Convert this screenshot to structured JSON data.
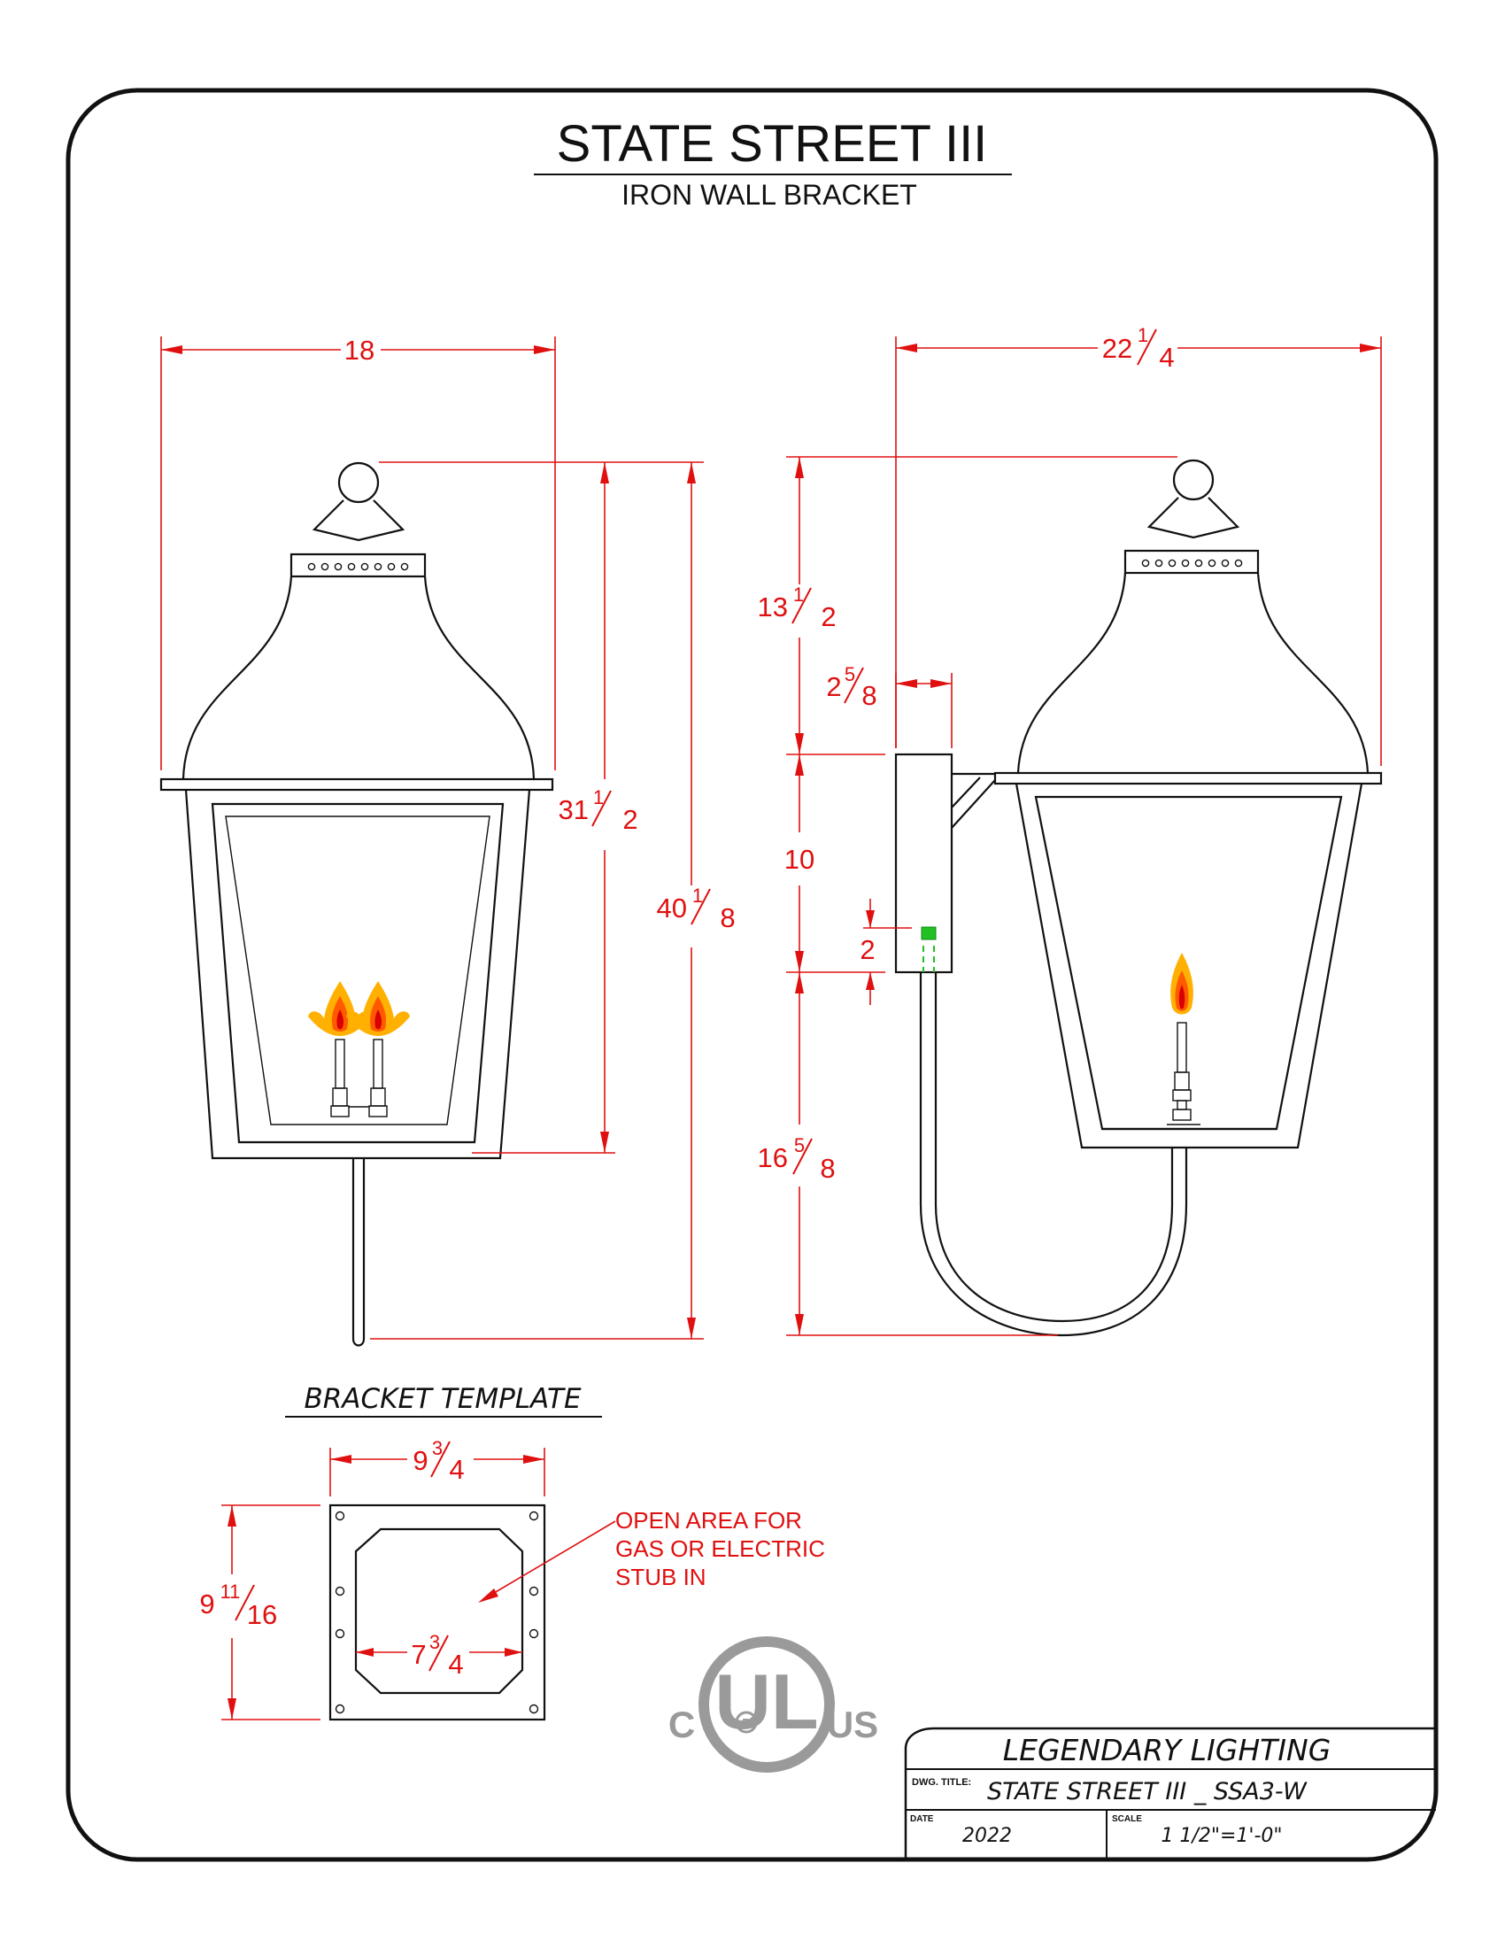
{
  "title": "STATE STREET  III",
  "subtitle": "IRON  WALL BRACKET",
  "front_view": {
    "width_dim": {
      "whole": "18"
    },
    "body_height_dim": {
      "whole": "31",
      "num": "1",
      "den": "2"
    },
    "total_height_dim": {
      "whole": "40",
      "num": "1",
      "den": "8"
    }
  },
  "side_view": {
    "width_dim": {
      "whole": "22",
      "num": "1",
      "den": "4"
    },
    "top_dim": {
      "whole": "13",
      "num": "1",
      "den": "2"
    },
    "bracket_depth_dim": {
      "whole": "2",
      "num": "5",
      "den": "8"
    },
    "plate_height_dim": {
      "whole": "10"
    },
    "stub_dim": {
      "whole": "2"
    },
    "bottom_dim": {
      "whole": "16",
      "num": "5",
      "den": "8"
    }
  },
  "bracket_template": {
    "label": "BRACKET  TEMPLATE",
    "width_dim": {
      "whole": "9",
      "num": "3",
      "den": "4"
    },
    "height_dim": {
      "whole": "9",
      "num": "11",
      "den": "16"
    },
    "opening_dim": {
      "whole": "7",
      "num": "3",
      "den": "4"
    },
    "note_lines": [
      "OPEN AREA FOR",
      "GAS OR ELECTRIC",
      "STUB IN"
    ]
  },
  "certification": {
    "mark": "UL",
    "left": "C",
    "right": "US",
    "registered": "R"
  },
  "title_block": {
    "company": "LEGENDARY  LIGHTING",
    "dwg_title_label": "DWG. TITLE:",
    "dwg_title": "STATE  STREET  III  _  SSA3-W",
    "date_label": "DATE",
    "date": "2022",
    "scale_label": "SCALE",
    "scale": "1  1/2\"=1'-0\""
  },
  "colors": {
    "dimension": "#e01010",
    "linework": "#111111",
    "flame_outer": "#ffb000",
    "flame_mid": "#ff5a00",
    "flame_core": "#d80000",
    "stub_marker": "#22c022"
  }
}
